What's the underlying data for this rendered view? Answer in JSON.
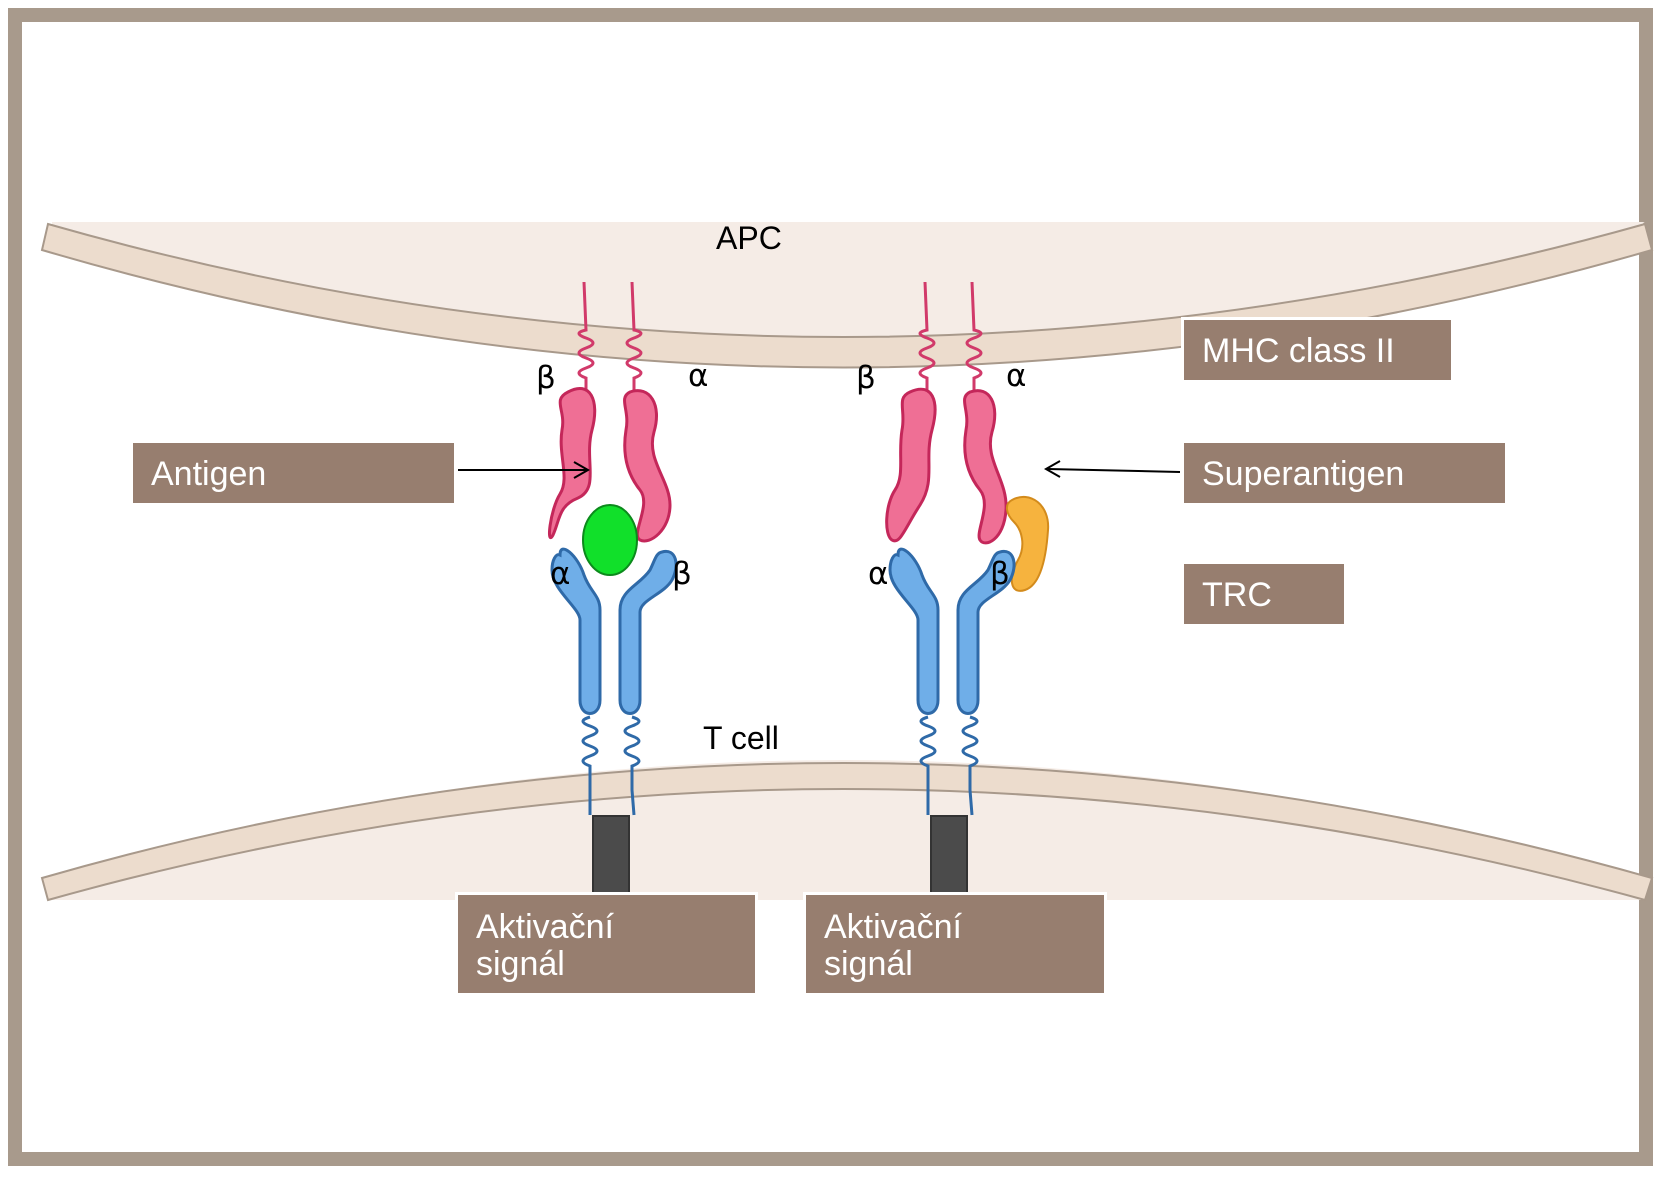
{
  "labels": {
    "apc": "APC",
    "t_cell": "T cell",
    "mhc_class_ii": "MHC class II",
    "antigen": "Antigen",
    "superantigen": "Superantigen",
    "trc": "TRC",
    "signal_left": "Aktivační\nsignál",
    "signal_right": "Aktivační\nsignál"
  },
  "greek": {
    "left_mhc_beta": "β",
    "left_mhc_alpha": "α",
    "right_mhc_beta": "β",
    "right_mhc_alpha": "α",
    "left_tcr_alpha": "α",
    "left_tcr_beta": "β",
    "right_tcr_alpha": "α",
    "right_tcr_beta": "β"
  },
  "colors": {
    "membrane": "#f5ece6",
    "membrane_edge": "#e6d3c3",
    "mhc_pink": "#ef6f95",
    "mhc_outline": "#c4275a",
    "tcr_blue": "#6faee8",
    "tcr_outline": "#2f6aa8",
    "antigen_green": "#11e02a",
    "superantigen_orange": "#f6b33e",
    "signal_block": "#4b4b4b",
    "label_box": "#977e6f",
    "frame": "#a89a8c"
  }
}
